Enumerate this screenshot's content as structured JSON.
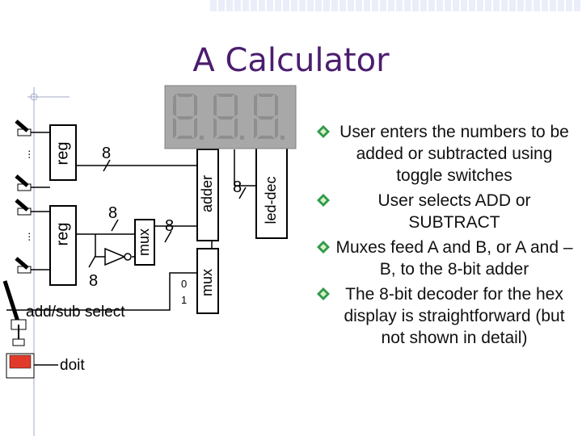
{
  "slide": {
    "title": "A Calculator",
    "bullets": [
      "User enters the numbers to be added or subtracted using toggle switches",
      "User selects ADD or SUBTRACT",
      "Muxes feed A and B, or A and –B, to the 8-bit adder",
      "The 8-bit decoder for the hex display is straightforward (but not shown in detail)"
    ]
  },
  "diagram": {
    "components": {
      "reg_top": "reg",
      "reg_bottom": "reg",
      "mux_a": "mux",
      "mux_b": "mux",
      "adder": "adder",
      "led_dec": "led-dec"
    },
    "bus_widths": {
      "reg_top_out": "8",
      "reg_bottom_out": "8",
      "inverter_out": "8",
      "mux_out": "8",
      "adder_out": "8"
    },
    "mux_inputs": [
      "0",
      "1"
    ],
    "ellipsis": "...",
    "labels": {
      "add_sub_select": "add/sub select",
      "doit": "doit"
    },
    "display_digits": "8.8.8."
  },
  "colors": {
    "title": "#4b1d6e",
    "display_bg": "#a8a8a8",
    "segment_dim": "#8e8e8e",
    "button": "#e23a2a",
    "bullet_icon": "#2f9a4a"
  }
}
